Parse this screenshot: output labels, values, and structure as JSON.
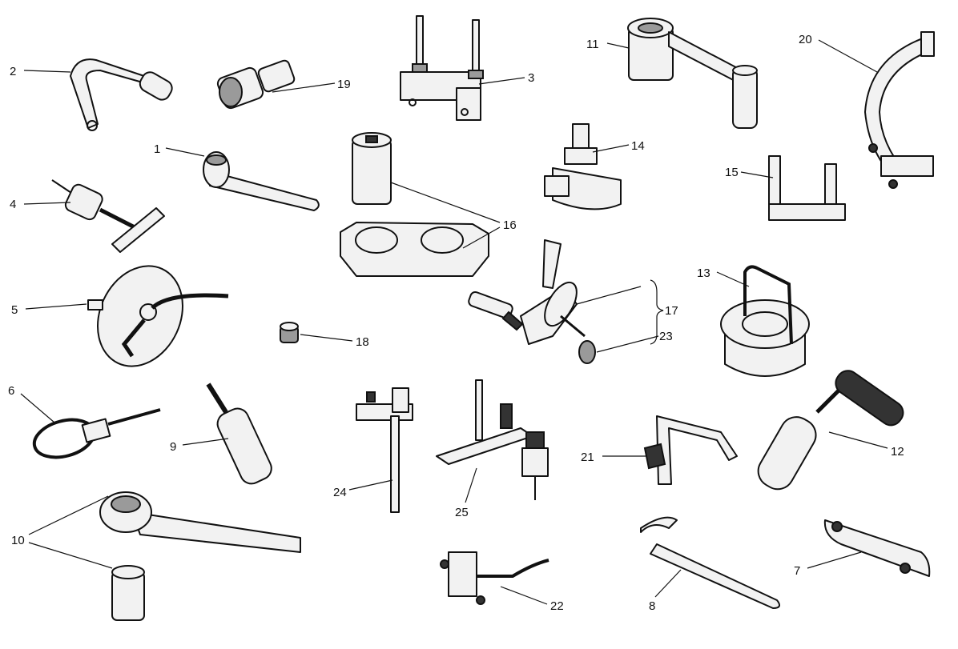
{
  "diagram": {
    "title": "Service tools",
    "labels": {
      "t1": "1",
      "t2": "2",
      "t3": "3",
      "t4": "4",
      "t5": "5",
      "t6": "6",
      "t7": "7",
      "t8": "8",
      "t9": "9",
      "t10": "10",
      "t11": "11",
      "t12": "12",
      "t13": "13",
      "t14": "14",
      "t15": "15",
      "t16": "16",
      "t17": "17",
      "t18": "18",
      "t19": "19",
      "t20": "20",
      "t21": "21",
      "t22": "22",
      "t23": "23",
      "t24": "24",
      "t25": "25"
    }
  }
}
